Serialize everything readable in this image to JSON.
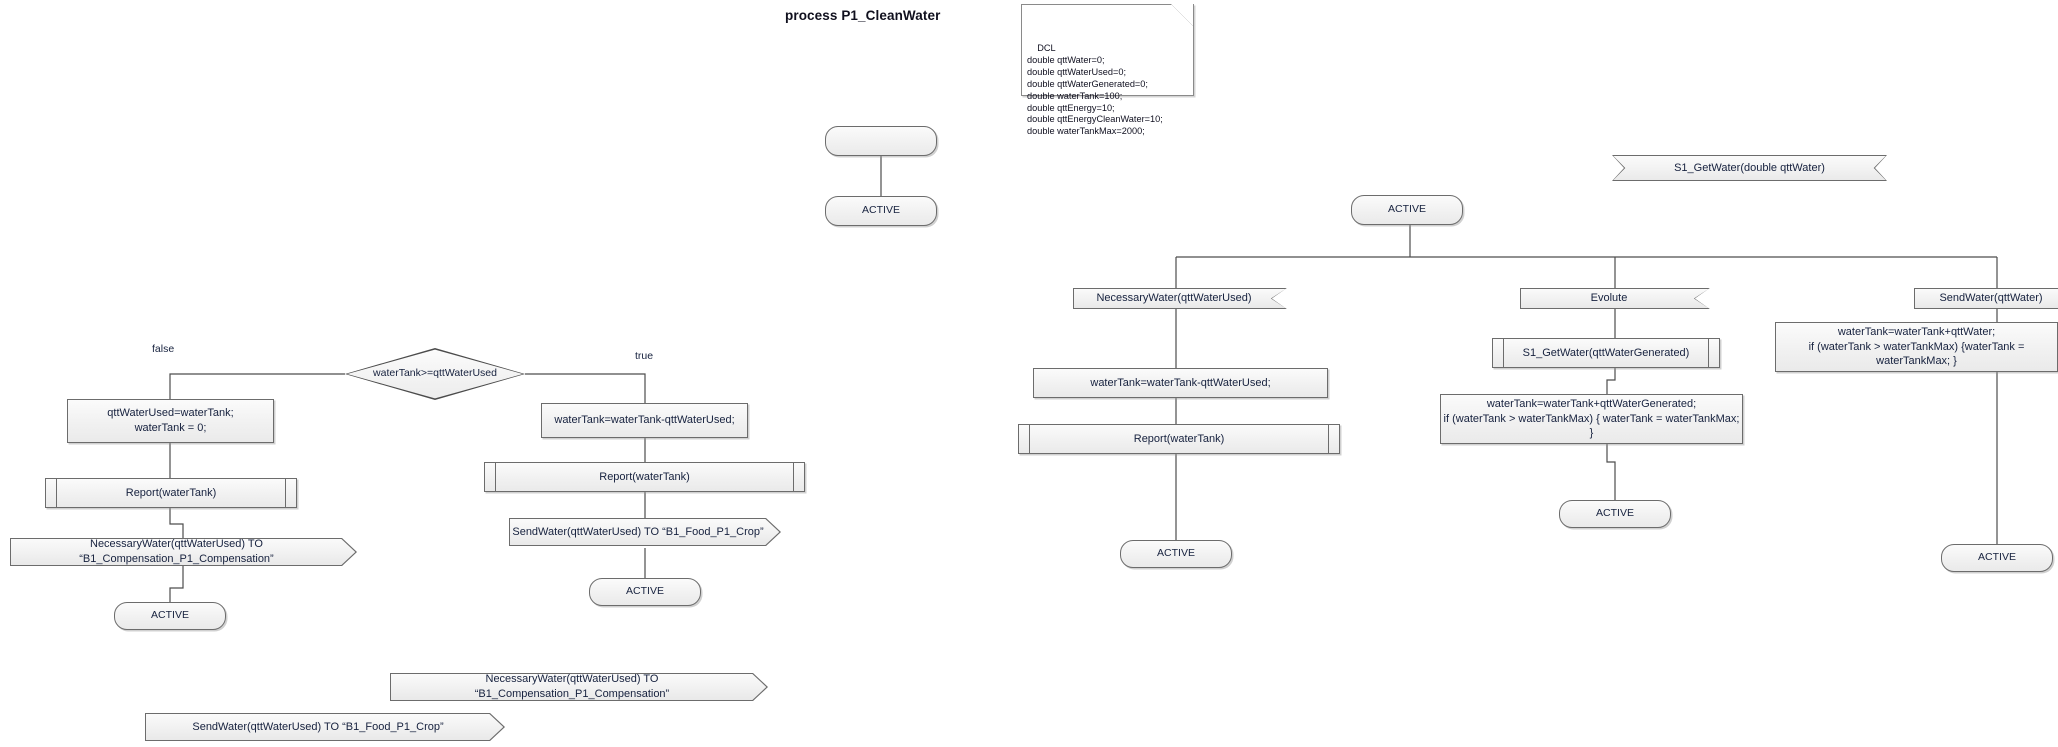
{
  "diagram": {
    "title": "process P1_CleanWater",
    "type": "sdl-process-diagram",
    "colors": {
      "shape_fill": "#f1f1f1",
      "shape_border": "#6c6c6c",
      "edge": "#4d4d4d",
      "text": "#16213e",
      "canvas": "#ffffff"
    }
  },
  "dcl": {
    "header": "DCL",
    "declarations": [
      "double qttWater=0;",
      "double qttWaterUsed=0;",
      "double qttWaterGenerated=0;",
      "double waterTank=100;",
      "double qttEnergy=10;",
      "double qttEnergyCleanWater=10;",
      "double waterTankMax=2000;"
    ],
    "text": "DCL\ndouble qttWater=0;\ndouble qttWaterUsed=0;\ndouble qttWaterGenerated=0;\ndouble waterTank=100;\ndouble qttEnergy=10;\ndouble qttEnergyCleanWater=10;\ndouble waterTankMax=2000;"
  },
  "start_block": {
    "start_state_label": "",
    "next_state_label": "ACTIVE"
  },
  "signal_definition": {
    "label": "S1_GetWater(double qttWater)"
  },
  "decision_branch": {
    "decision_label": "waterTank>=qttWaterUsed",
    "false_label": "false",
    "true_label": "true",
    "false_path": {
      "task_label": "qttWaterUsed=waterTank;\nwaterTank = 0;",
      "procedure_label": "Report(waterTank)",
      "output_label": "NecessaryWater(qttWaterUsed) TO “B1_Compensation_P1_Compensation”",
      "state_label": "ACTIVE"
    },
    "true_path": {
      "task_label": "waterTank=waterTank-qttWaterUsed;",
      "procedure_label": "Report(waterTank)",
      "output_label": "SendWater(qttWaterUsed) TO “B1_Food_P1_Crop”",
      "state_label": "ACTIVE"
    }
  },
  "orphan_shapes": [
    {
      "label": "NecessaryWater(qttWaterUsed) TO “B1_Compensation_P1_Compensation”"
    },
    {
      "label": "SendWater(qttWaterUsed) TO “B1_Food_P1_Crop”"
    }
  ],
  "active_tree": {
    "root_state_label": "ACTIVE",
    "branches": [
      {
        "input_label": "NecessaryWater(qttWaterUsed)",
        "task_label": "waterTank=waterTank-qttWaterUsed;",
        "procedure_label": "Report(waterTank)",
        "state_label": "ACTIVE"
      },
      {
        "input_label": "Evolute",
        "procedure_label": "S1_GetWater(qttWaterGenerated)",
        "task_label": "waterTank=waterTank+qttWaterGenerated;\nif (waterTank > waterTankMax) { waterTank = waterTankMax; }",
        "state_label": "ACTIVE"
      },
      {
        "input_label": "SendWater(qttWater)",
        "task_label": "waterTank=waterTank+qttWater;\nif (waterTank > waterTankMax) {waterTank = waterTankMax; }",
        "state_label": "ACTIVE"
      }
    ]
  }
}
